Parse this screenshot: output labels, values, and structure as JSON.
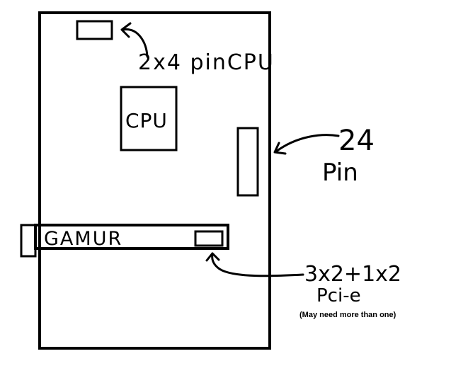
{
  "labels": {
    "cpu_power": "2x4 pinCPU",
    "cpu": "CPU",
    "atx_main_number": "24",
    "atx_main_pin": "Pin",
    "gpu": "GAMUR",
    "pcie_count": "3x2+1x2",
    "pcie_type": "Pci-e",
    "pcie_note": "(May need more than one)"
  },
  "colors": {
    "ink": "#000000",
    "background": "#ffffff"
  }
}
